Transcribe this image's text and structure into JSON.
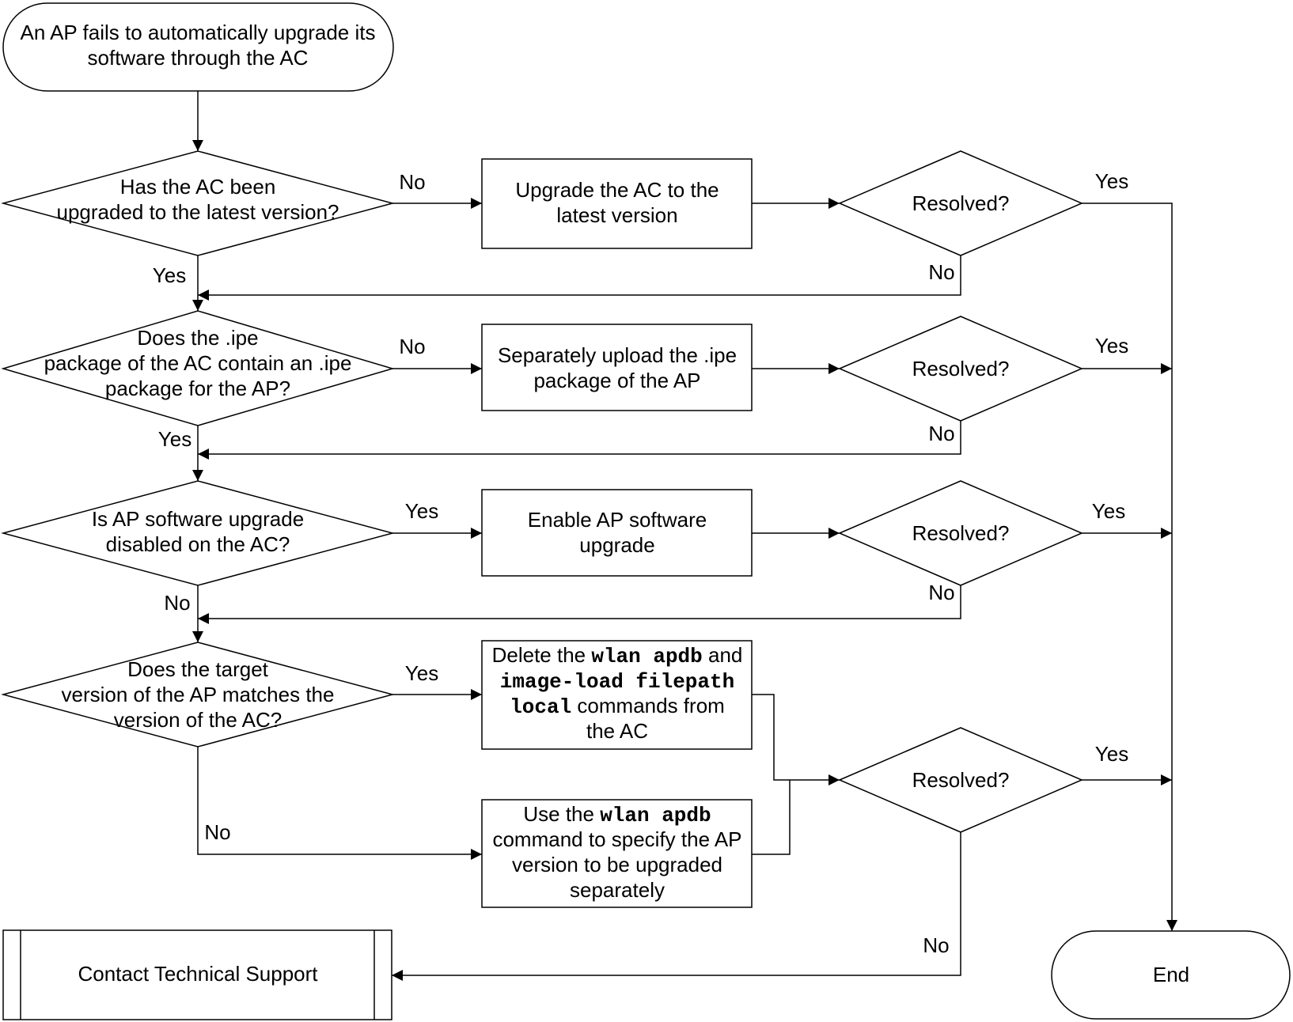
{
  "start": {
    "line1": "An AP fails to automatically upgrade its",
    "line2": "software through the AC"
  },
  "decision1": {
    "line1": "Has the AC been",
    "line2": "upgraded to the latest version?",
    "no_label": "No",
    "yes_label": "Yes"
  },
  "action1": {
    "line1": "Upgrade the AC to the",
    "line2": "latest version"
  },
  "decision2": {
    "line1": "Does the .ipe",
    "line2": "package of the AC contain an .ipe",
    "line3": "package for the AP?",
    "no_label": "No",
    "yes_label": "Yes"
  },
  "action2": {
    "line1": "Separately upload the .ipe",
    "line2": "package of the AP"
  },
  "decision3": {
    "line1": "Is AP software upgrade",
    "line2": "disabled on the AC?",
    "yes_label": "Yes",
    "no_label": "No"
  },
  "action3": {
    "line1": "Enable AP software",
    "line2": "upgrade"
  },
  "decision4": {
    "line1": "Does the target",
    "line2": "version of the AP matches the",
    "line3": "version of the AC?",
    "yes_label": "Yes",
    "no_label": "No"
  },
  "action4": {
    "l1_text": "Delete the ",
    "l1_cmd": "wlan apdb",
    "l1_text2": " and",
    "l2_cmd": "image-load filepath",
    "l3_cmd": "local",
    "l3_text": " commands from",
    "l4_text": "the AC"
  },
  "action5": {
    "l1_text": "Use the ",
    "l1_cmd": "wlan apdb",
    "l2_text": "command to specify the AP",
    "l3_text": "version to be upgraded",
    "l4_text": "separately"
  },
  "resolved1": {
    "label": "Resolved?",
    "yes_label": "Yes",
    "no_label": "No"
  },
  "resolved2": {
    "label": "Resolved?",
    "yes_label": "Yes",
    "no_label": "No"
  },
  "resolved3": {
    "label": "Resolved?",
    "yes_label": "Yes",
    "no_label": "No"
  },
  "resolved4": {
    "label": "Resolved?",
    "yes_label": "Yes",
    "no_label": "No"
  },
  "support": {
    "label": "Contact Technical Support"
  },
  "end": {
    "label": "End"
  }
}
